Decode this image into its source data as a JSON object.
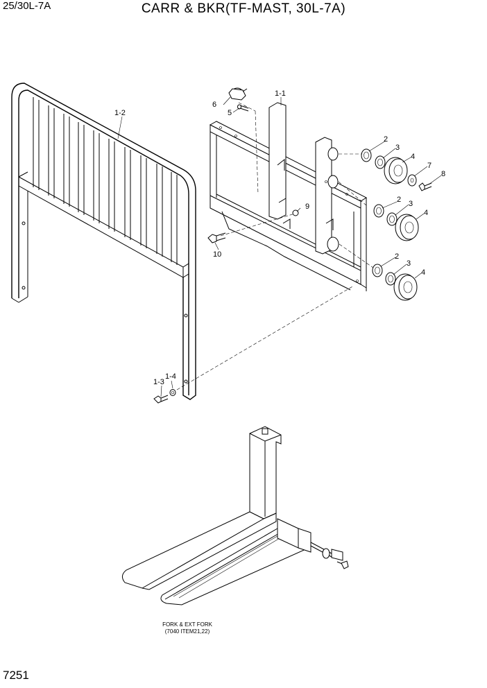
{
  "header": {
    "model": "25/30L-7A",
    "title": "CARR & BKR(TF-MAST, 30L-7A)"
  },
  "page_number": "7251",
  "callouts": {
    "c_1_2": "1-2",
    "c_1_1": "1-1",
    "c_6": "6",
    "c_5": "5",
    "c_2a": "2",
    "c_3a": "3",
    "c_4a": "4",
    "c_7": "7",
    "c_8": "8",
    "c_9": "9",
    "c_2b": "2",
    "c_3b": "3",
    "c_4b": "4",
    "c_10": "10",
    "c_2c": "2",
    "c_3c": "3",
    "c_4c": "4",
    "c_1_4": "1-4",
    "c_1_3": "1-3"
  },
  "fork_caption": {
    "line1": "FORK & EXT FORK",
    "line2": "(7040 ITEM21,22)"
  }
}
